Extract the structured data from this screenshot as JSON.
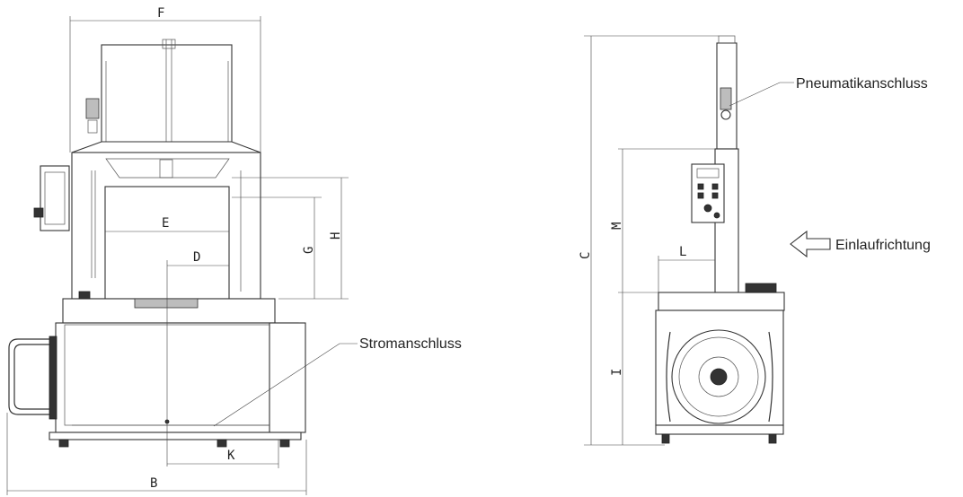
{
  "front_view": {
    "dimensions": {
      "F": "F",
      "E": "E",
      "D": "D",
      "G": "G",
      "H": "H",
      "K": "K",
      "B": "B"
    },
    "labels": {
      "power": "Stromanschluss"
    }
  },
  "side_view": {
    "dimensions": {
      "C": "C",
      "M": "M",
      "L": "L",
      "I": "I"
    },
    "labels": {
      "pneumatic": "Pneumatikanschluss",
      "infeed": "Einlaufrichtung"
    }
  }
}
